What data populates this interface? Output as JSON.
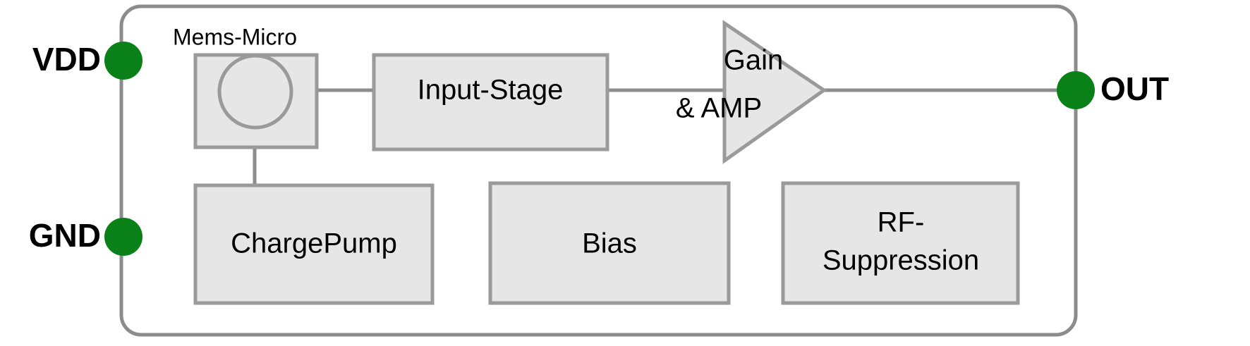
{
  "diagram": {
    "title": "MEMS microphone block diagram",
    "colors": {
      "pin_green": "#0a8019",
      "block_fill": "#e6e6e6",
      "block_stroke": "#9a9a9a",
      "wire": "#8c8c8c",
      "background": "#ffffff",
      "text": "#000000"
    },
    "pins": [
      {
        "id": "vdd",
        "label": "VDD",
        "side": "left"
      },
      {
        "id": "gnd",
        "label": "GND",
        "side": "left"
      },
      {
        "id": "out",
        "label": "OUT",
        "side": "right"
      }
    ],
    "blocks": [
      {
        "id": "mems-micro",
        "label": "Mems-Micro",
        "label_position": "above",
        "shape": "rect-with-circle"
      },
      {
        "id": "input-stage",
        "label": "Input-Stage",
        "shape": "rect"
      },
      {
        "id": "gain-amp",
        "label_line1": "Gain",
        "label_line2": "& AMP",
        "shape": "triangle"
      },
      {
        "id": "charge-pump",
        "label": "ChargePump",
        "shape": "rect"
      },
      {
        "id": "bias",
        "label": "Bias",
        "shape": "rect"
      },
      {
        "id": "rf-suppression",
        "label_line1": "RF-",
        "label_line2": "Suppression",
        "shape": "rect"
      }
    ]
  }
}
